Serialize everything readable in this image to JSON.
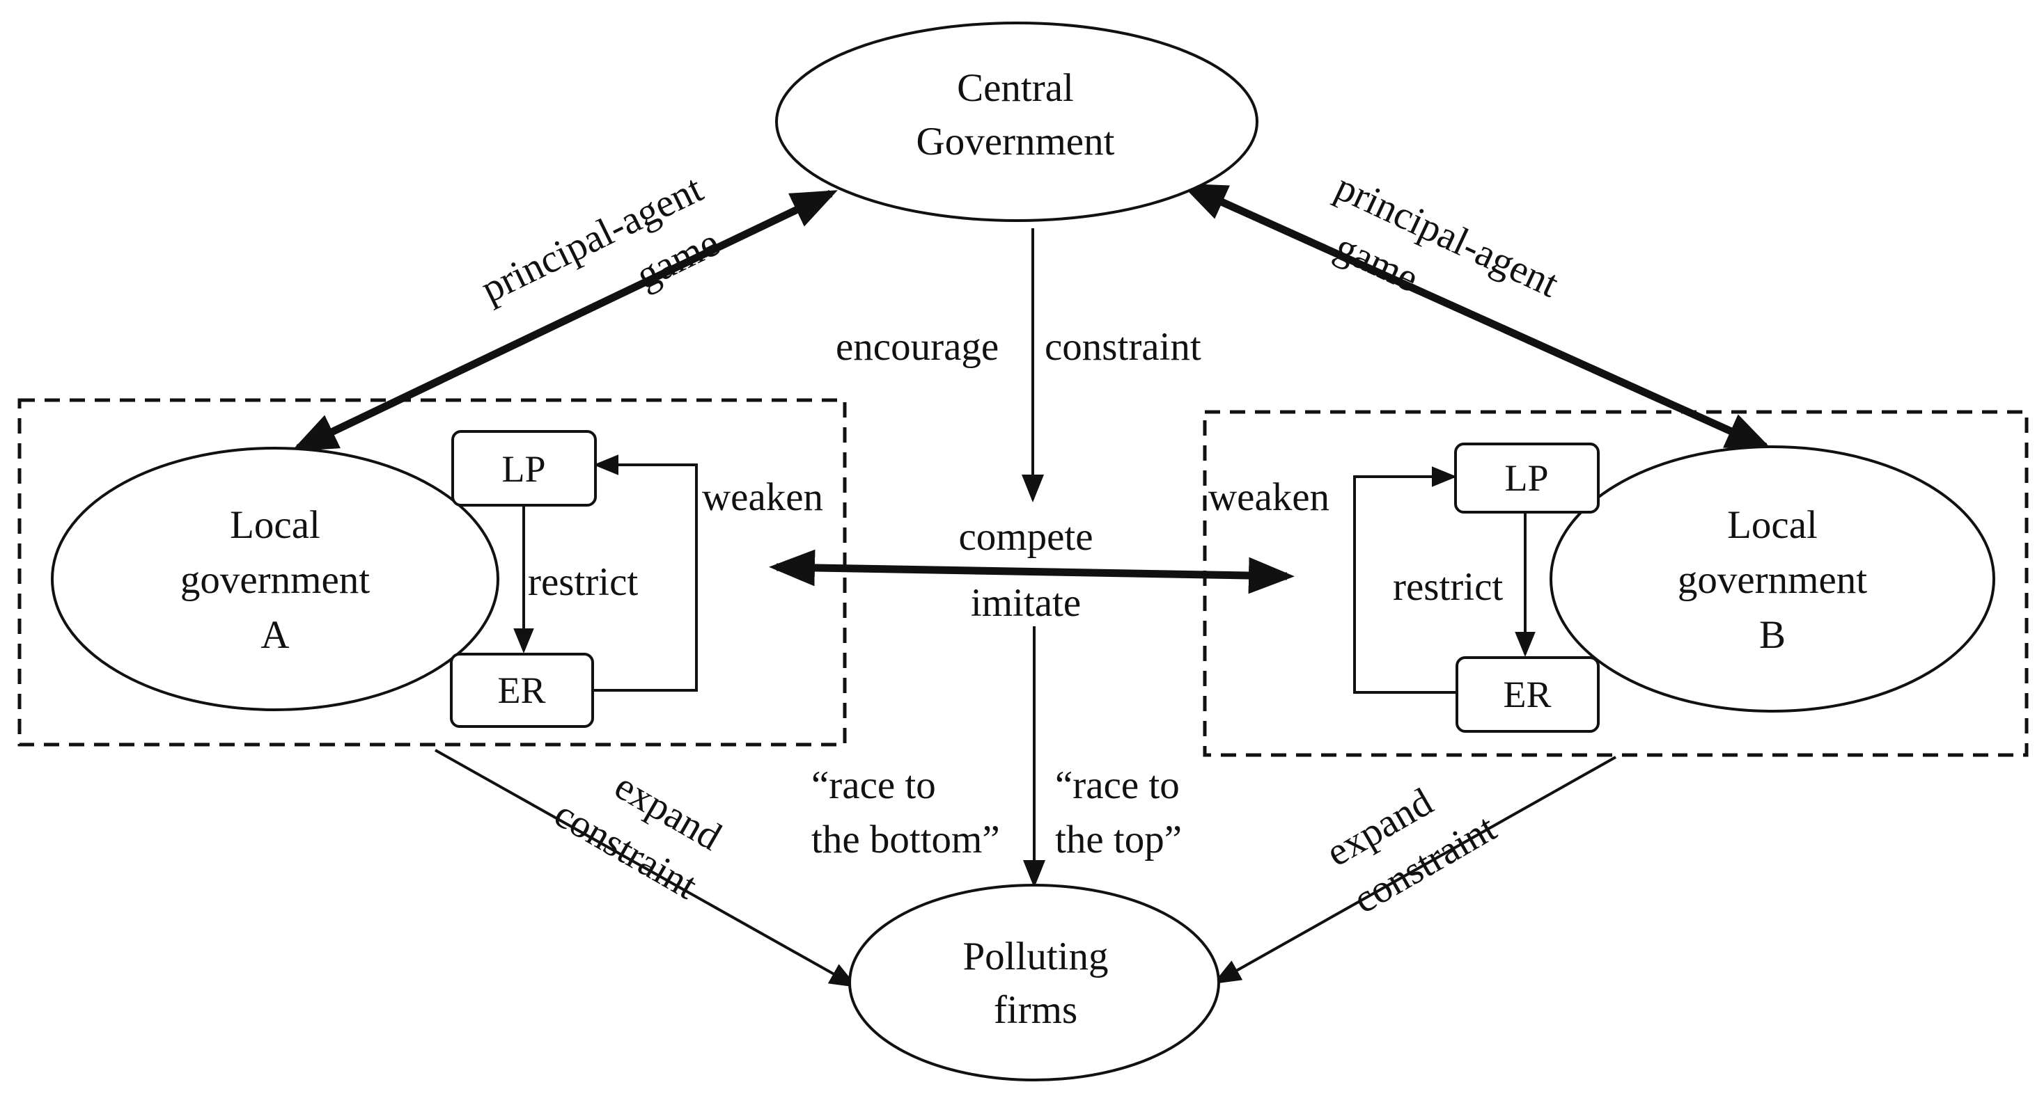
{
  "nodes": {
    "central": {
      "line1": "Central",
      "line2": "Government"
    },
    "local_a": {
      "line1": "Local",
      "line2": "government",
      "line3": "A"
    },
    "local_b": {
      "line1": "Local",
      "line2": "government",
      "line3": "B"
    },
    "polluting": {
      "line1": "Polluting",
      "line2": "firms"
    }
  },
  "panels": {
    "a": {
      "lp": "LP",
      "er": "ER",
      "restrict": "restrict",
      "weaken": "weaken"
    },
    "b": {
      "lp": "LP",
      "er": "ER",
      "restrict": "restrict",
      "weaken": "weaken"
    }
  },
  "edges": {
    "central_a": {
      "line1": "principal-agent",
      "line2": "game"
    },
    "central_b": {
      "line1": "principal-agent",
      "line2": "game"
    },
    "central_down": {
      "left": "encourage",
      "right": "constraint"
    },
    "compete": {
      "line1": "compete",
      "line2": "imitate"
    },
    "race": {
      "left1": "“race to",
      "left2": "the bottom”",
      "right1": "“race to",
      "right2": "the top”"
    },
    "a_firms": {
      "line1": "expand",
      "line2": "constraint"
    },
    "b_firms": {
      "line1": "expand",
      "line2": "constraint"
    }
  }
}
